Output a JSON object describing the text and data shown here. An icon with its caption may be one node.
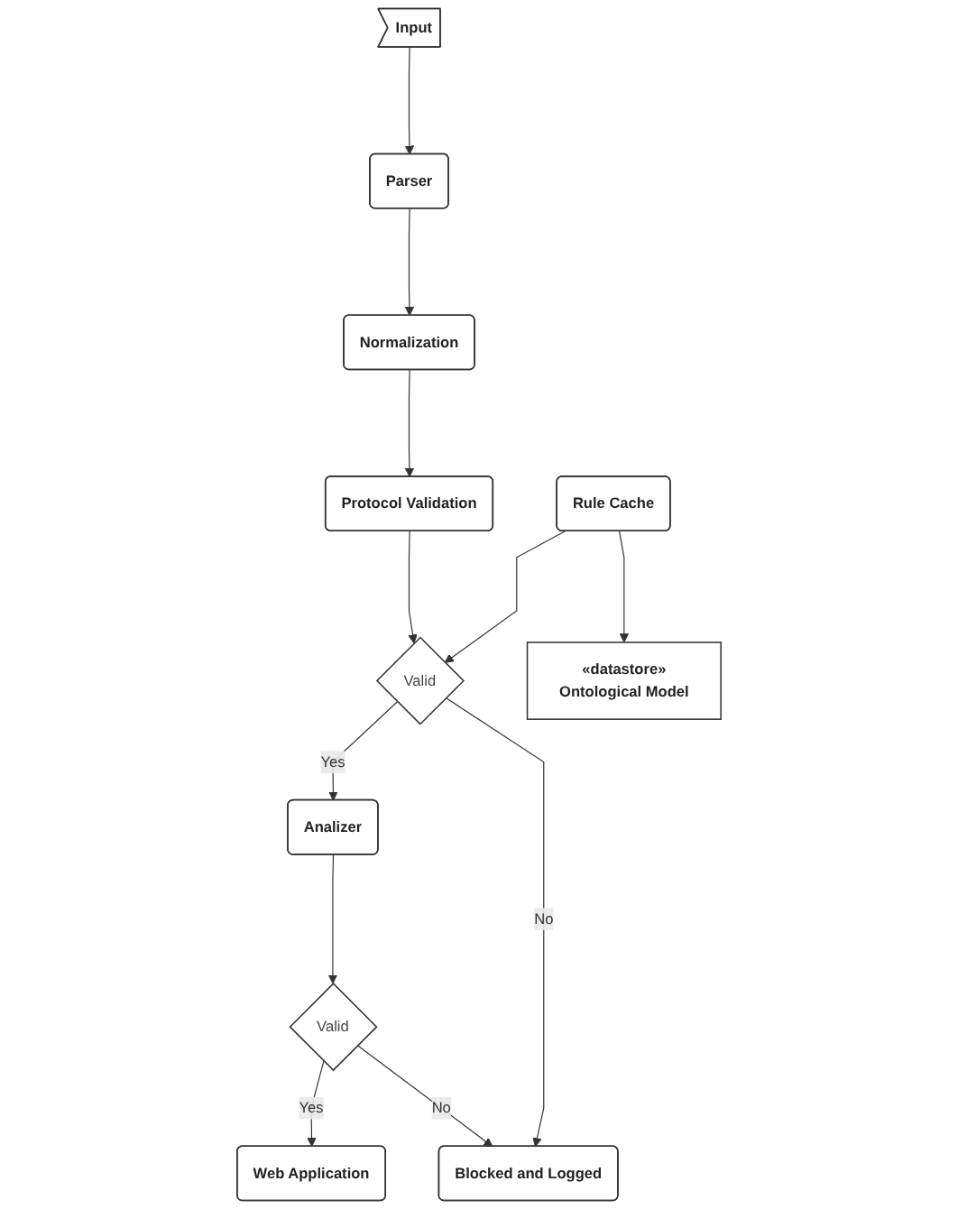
{
  "diagram": {
    "nodes": [
      {
        "text": [
          "Input"
        ]
      },
      {
        "text": [
          "Parser"
        ]
      },
      {
        "text": [
          "Normalization"
        ]
      },
      {
        "text": [
          "Protocol Validation"
        ]
      },
      {
        "text": [
          "Valid"
        ]
      },
      {
        "text": [
          "Rule Cache"
        ]
      },
      {
        "text": [
          "«datastore»",
          "Ontological Model"
        ]
      },
      {
        "text": [
          "Analizer"
        ]
      },
      {
        "text": [
          "Valid"
        ]
      },
      {
        "text": [
          "Web Application"
        ]
      },
      {
        "text": [
          "Blocked and Logged"
        ]
      }
    ],
    "edges": [
      {
        "from": 0,
        "to": 1,
        "arrow": "to"
      },
      {
        "from": 1,
        "to": 2,
        "arrow": "to"
      },
      {
        "from": 2,
        "to": 3,
        "arrow": "to"
      },
      {
        "from": 3,
        "to": 4,
        "arrow": "to"
      },
      {
        "from": 5,
        "to": 4,
        "arrow": "to"
      },
      {
        "from": 5,
        "to": 6,
        "arrow": "to"
      },
      {
        "from": 4,
        "to": 7,
        "label": "Yes",
        "arrow": "to"
      },
      {
        "from": 4,
        "to": 10,
        "label": "No",
        "arrow": "to"
      },
      {
        "from": 7,
        "to": 8,
        "arrow": "to"
      },
      {
        "from": 8,
        "to": 9,
        "label": "Yes",
        "arrow": "to"
      },
      {
        "from": 8,
        "to": 10,
        "label": "No",
        "arrow": "to"
      }
    ]
  }
}
